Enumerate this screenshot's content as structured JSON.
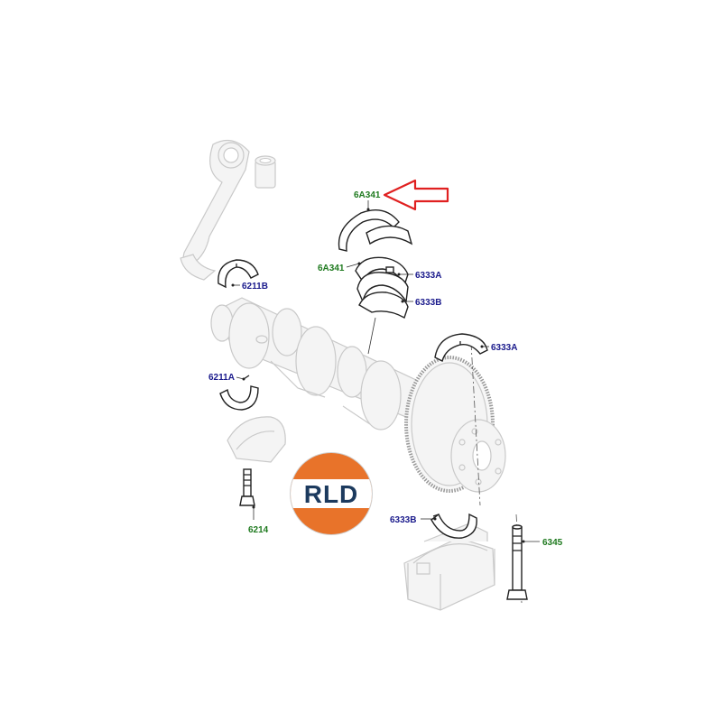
{
  "labels": {
    "thrust_washer_upper": "6A341",
    "thrust_washer_lower": "6A341",
    "main_bearing_upper_1": "6333A",
    "main_bearing_lower_1": "6333B",
    "main_bearing_upper_2": "6333A",
    "main_bearing_lower_2": "6333B",
    "conrod_bearing_upper": "6211B",
    "conrod_bearing_lower": "6211A",
    "conrod_bolt": "6214",
    "main_bearing_bolt": "6345"
  },
  "logo": {
    "text": "RLD"
  },
  "colors": {
    "label_blue": "#1a1a8c",
    "label_green": "#1f7a1f",
    "arrow_red": "#e02020",
    "logo_orange": "#e8732a",
    "logo_navy": "#1c3a5e"
  }
}
